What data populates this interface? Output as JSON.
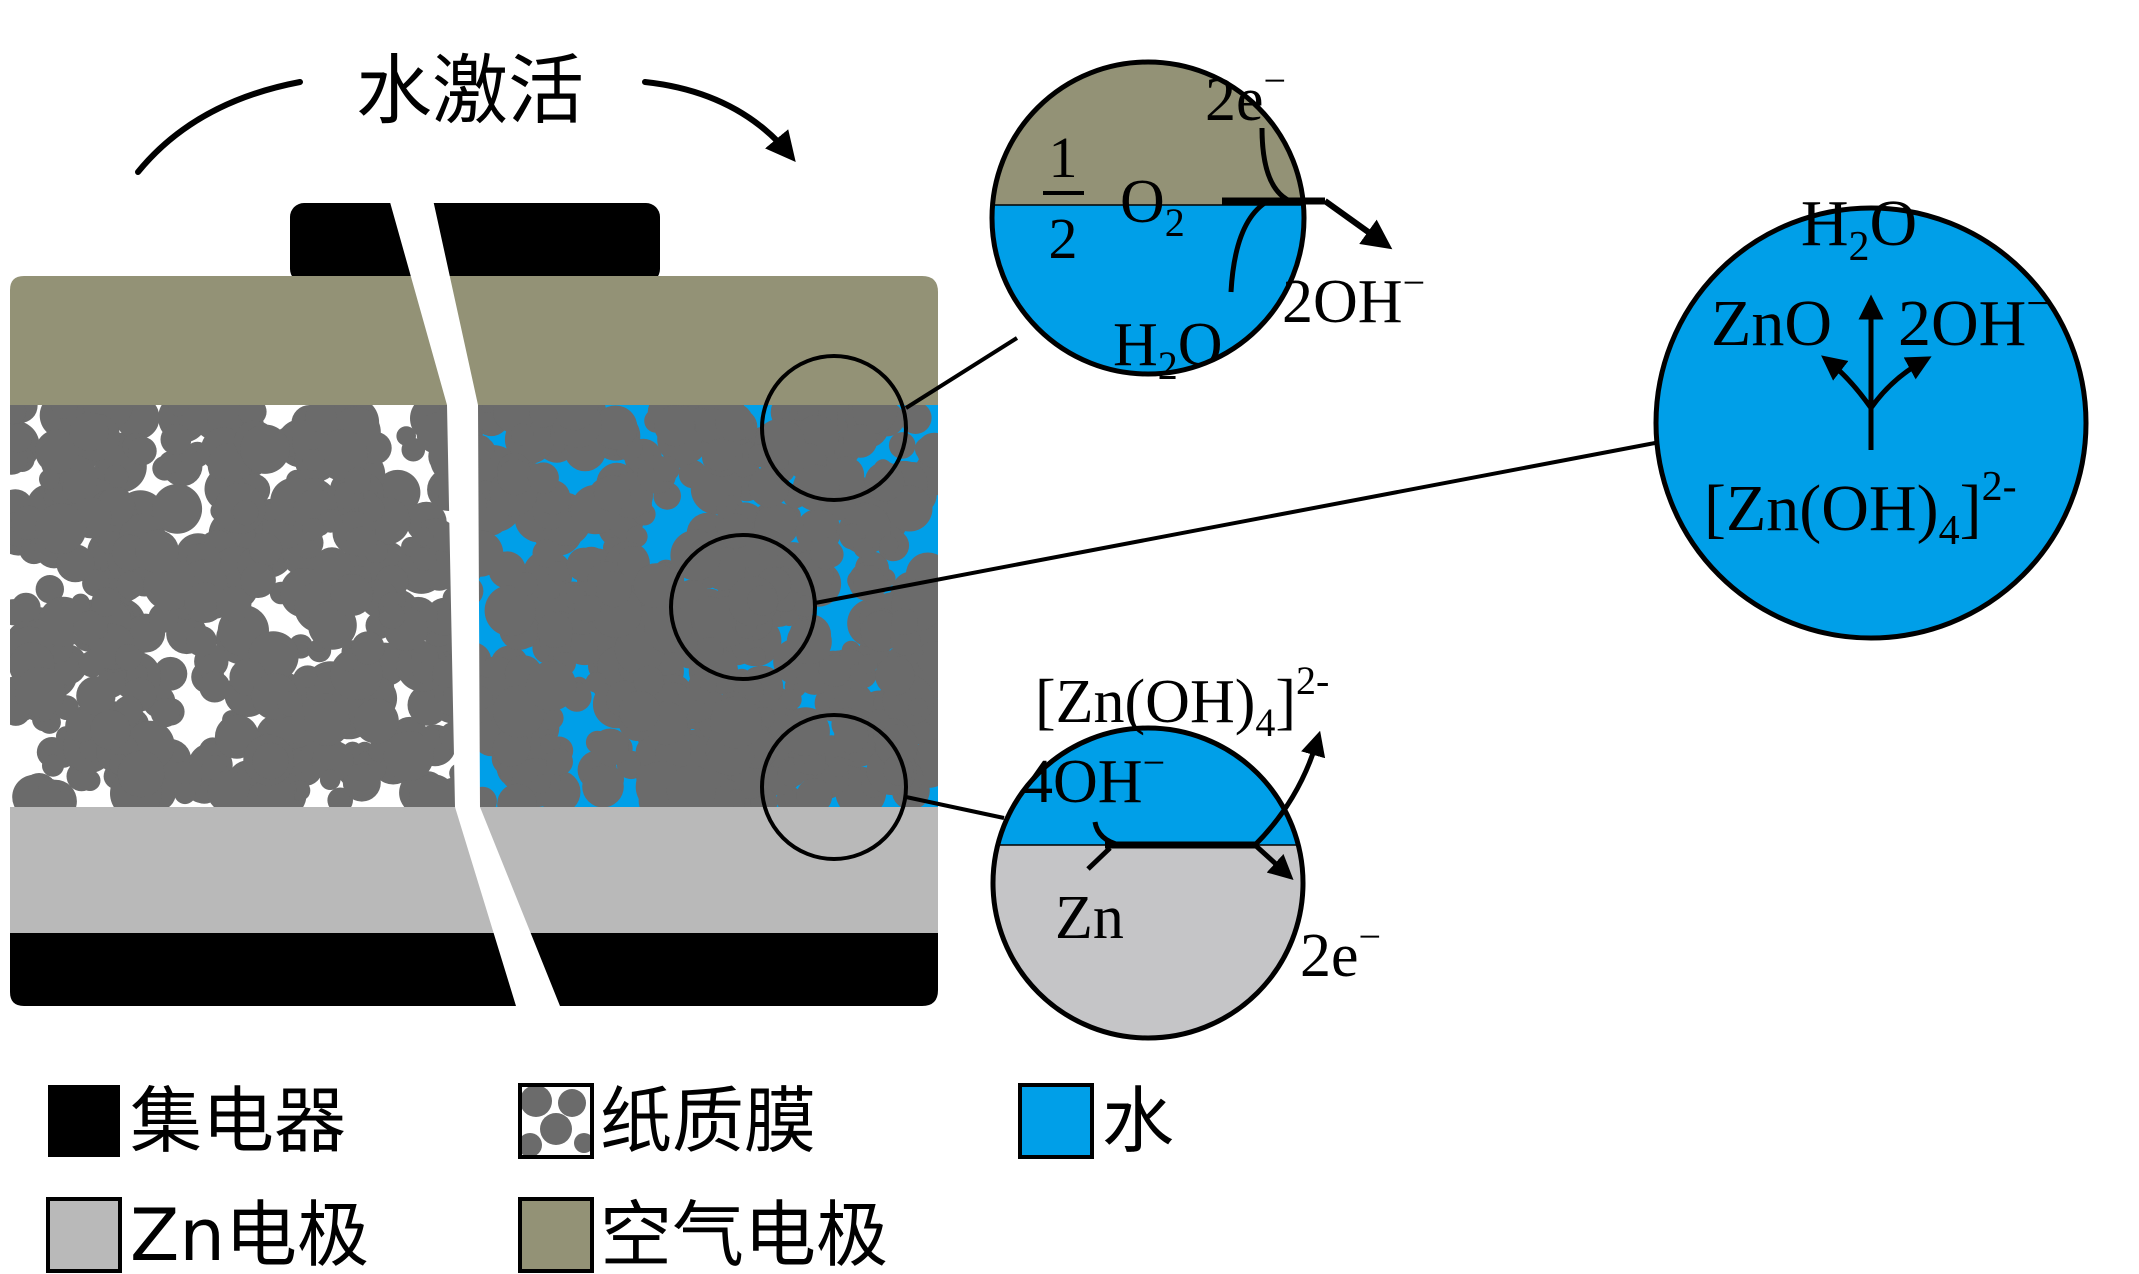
{
  "colors": {
    "collector": "#000000",
    "separator": "#8E8F74",
    "separator_particle": "#6B6B6B",
    "water": "#009FE8",
    "zn_electrode": "#B9B9B9",
    "air_electrode": "#939276",
    "zn_circle_bg": "#C5C5C7",
    "air_circle_bg": "#939276"
  },
  "activation": {
    "label": "水激活"
  },
  "air_zoom": {
    "half": "1",
    "half_den": "2",
    "o": "O",
    "o_sub": "2",
    "electrons": "2e",
    "electrons_sup": "−",
    "h": "H",
    "h_sub": "2",
    "h_o": "O",
    "product": "2OH",
    "product_sup": "−"
  },
  "middle_zoom": {
    "h": "H",
    "h_sub": "2",
    "h_o": "O",
    "zno": "ZnO",
    "oh": "2OH",
    "oh_sup": "−",
    "zincate_a": "[Zn(OH)",
    "zincate_sub": "4",
    "zincate_b": "]",
    "zincate_sup": "2-"
  },
  "zn_zoom": {
    "zincate_a": "[Zn(OH)",
    "zincate_sub": "4",
    "zincate_b": "]",
    "zincate_sup": "2-",
    "hydroxide": "4OH",
    "hydroxide_sup": "−",
    "zn": "Zn",
    "electrons": "2e",
    "electrons_sup": "−"
  },
  "legend": {
    "collector": "集电器",
    "separator": "纸质膜",
    "water": "水",
    "zn_electrode": "Zn电极",
    "air_electrode": "空气电极"
  }
}
